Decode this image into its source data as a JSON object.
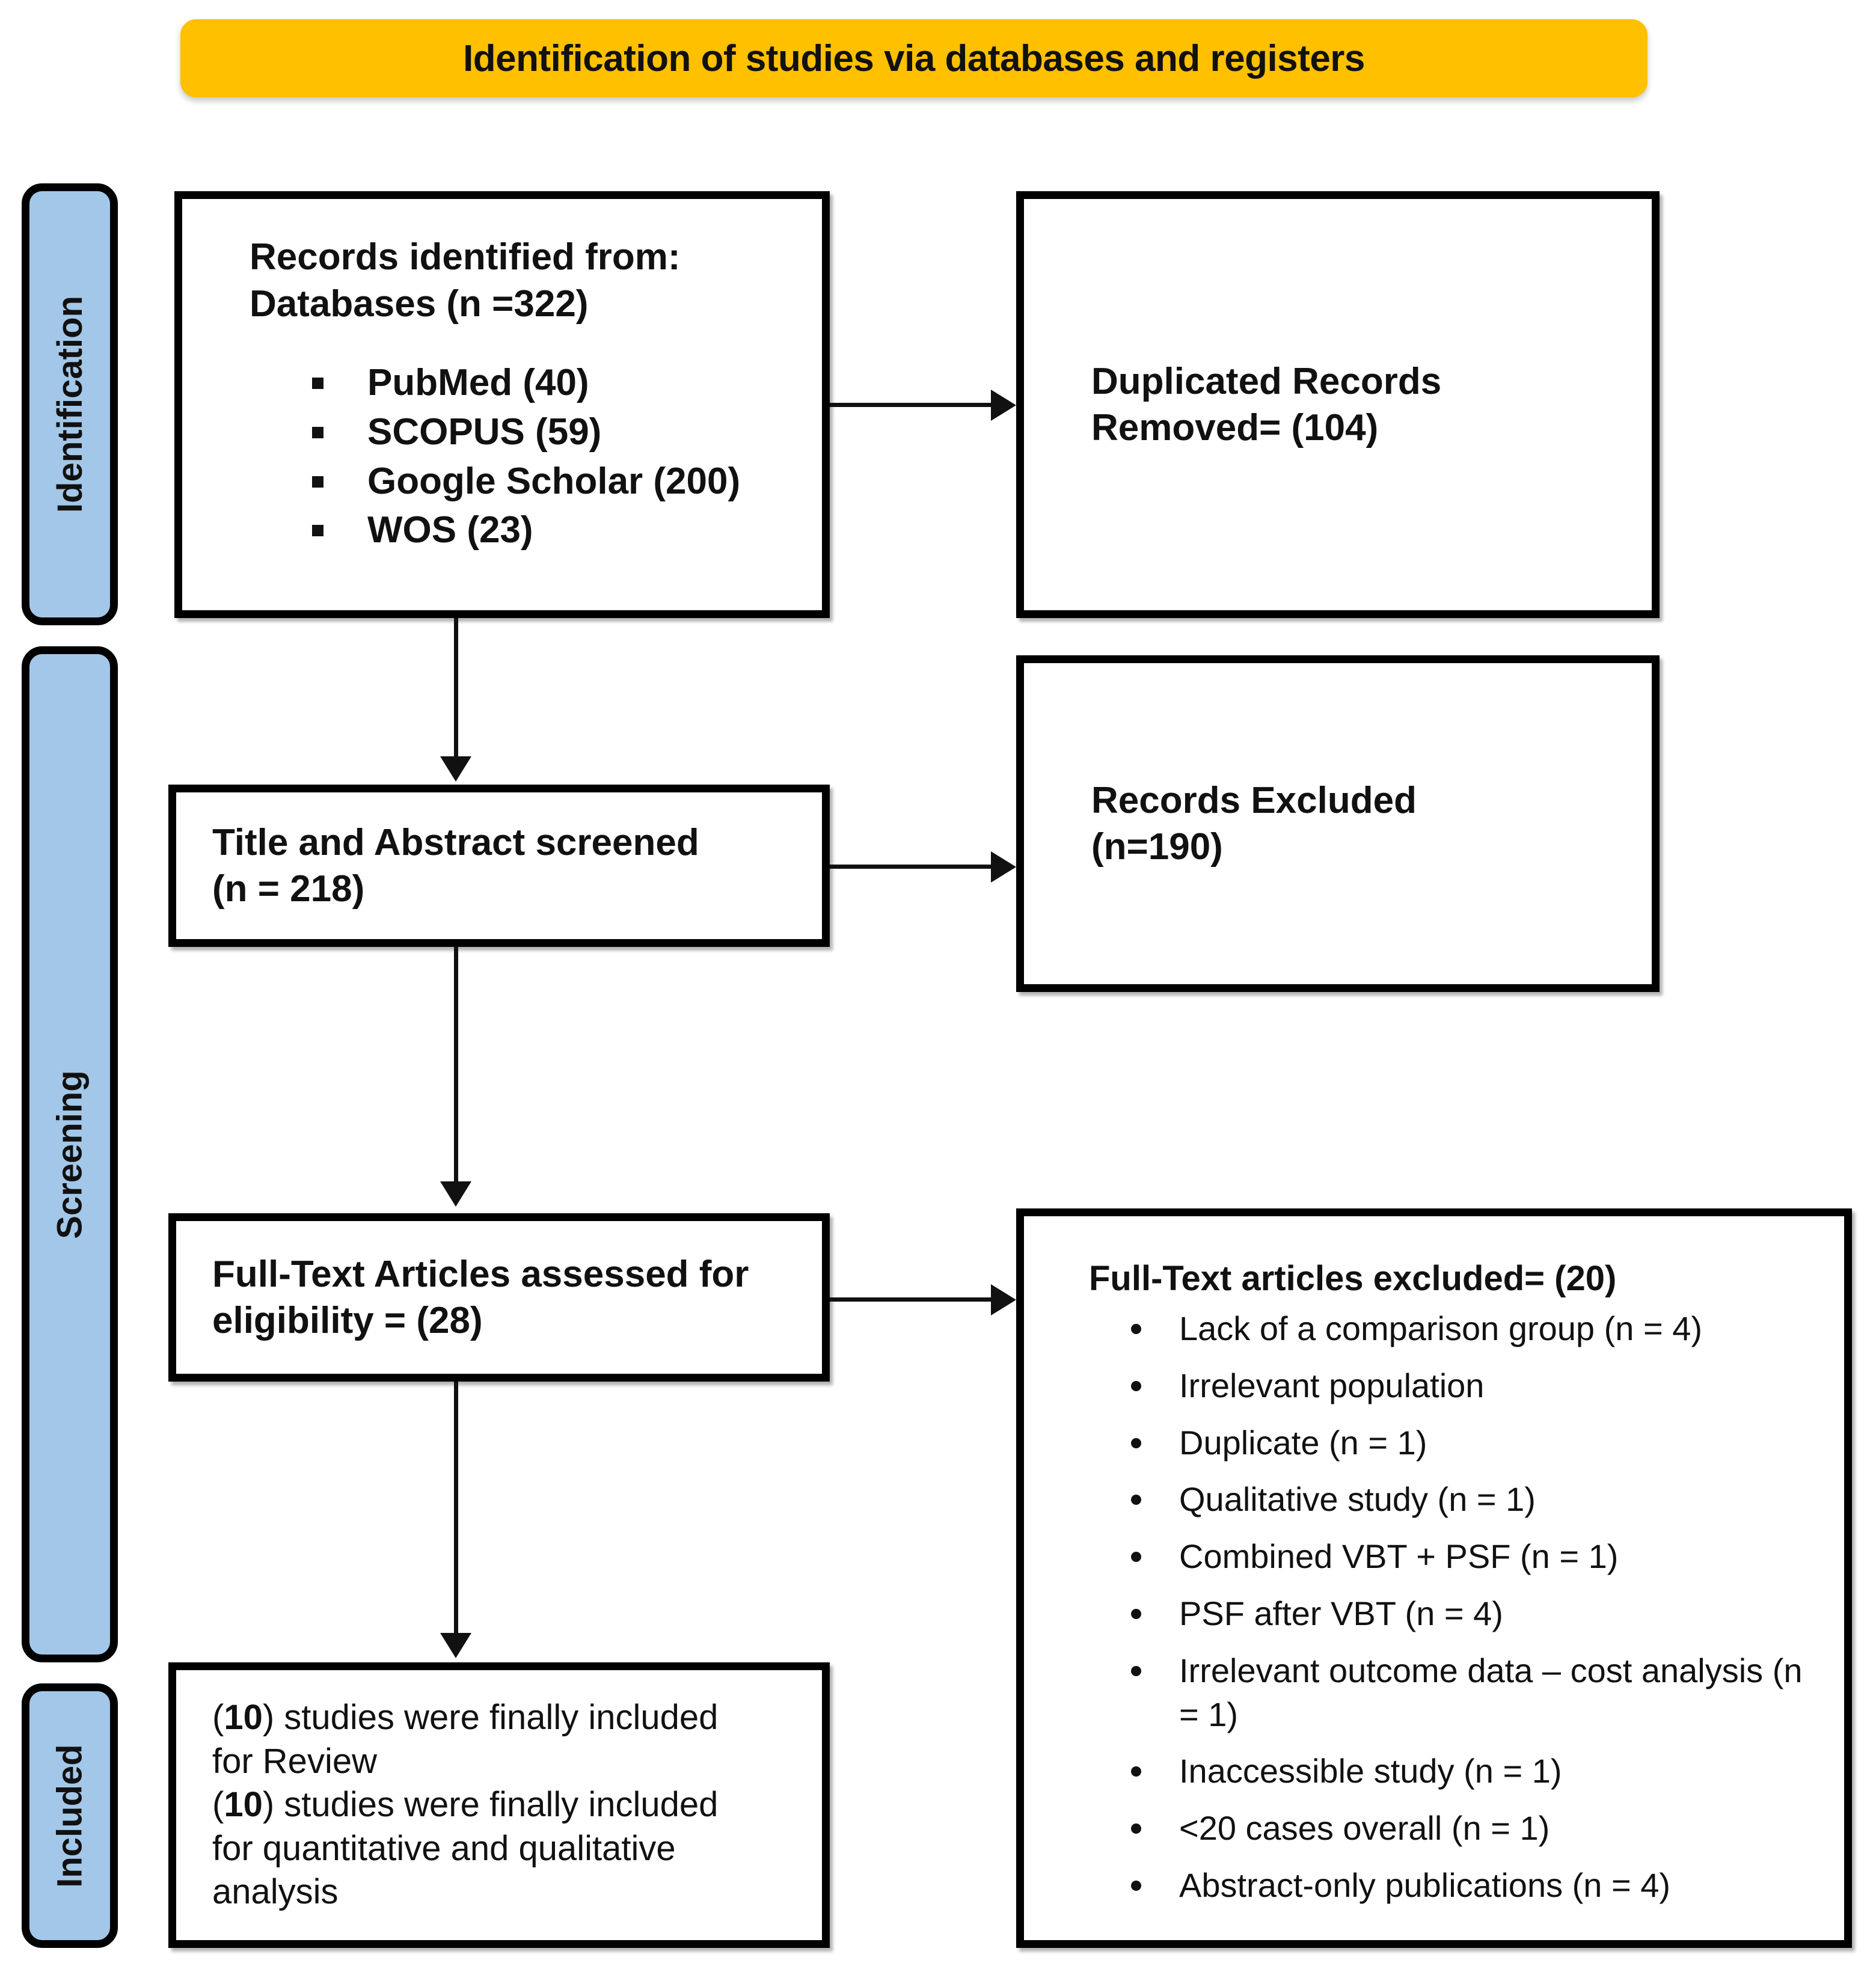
{
  "banner": {
    "title": "Identification of studies via databases and registers",
    "color": "#FFC000"
  },
  "stages": {
    "color": "#A3C7E8",
    "items": [
      {
        "label": "Identification"
      },
      {
        "label": "Screening"
      },
      {
        "label": "Included"
      }
    ]
  },
  "boxes": {
    "identified": {
      "line1": "Records identified from:",
      "line2": "Databases (n =322)",
      "sources": [
        "PubMed (40)",
        "SCOPUS (59)",
        "Google Scholar (200)",
        "WOS (23)"
      ]
    },
    "duplicates": {
      "line1": "Duplicated Records",
      "line2": "Removed= (104)"
    },
    "screened": {
      "line1": "Title and Abstract screened",
      "line2": "(n = 218)"
    },
    "records_excluded": {
      "line1": "Records Excluded",
      "line2": "(n=190)"
    },
    "fulltext": {
      "line1": "Full-Text Articles assessed for",
      "line2": "eligibility = (28)"
    },
    "reasons": {
      "header": "Full-Text articles excluded= (20)",
      "items": [
        "Lack of a comparison group (n = 4)",
        "Irrelevant population",
        "Duplicate (n = 1)",
        "Qualitative study (n = 1)",
        "Combined VBT + PSF (n = 1)",
        "PSF after VBT (n = 4)",
        "Irrelevant outcome data – cost analysis (n = 1)",
        "Inaccessible study (n = 1)",
        "<20 cases overall (n = 1)",
        "Abstract-only publications (n = 4)"
      ]
    },
    "included": {
      "count1": "10",
      "line1a": ") studies were finally included",
      "line1b": "for Review",
      "count2": "10",
      "line2a": ") studies were finally included",
      "line2b": "for quantitative and qualitative",
      "line2c": "analysis"
    }
  },
  "chart_data": {
    "type": "diagram",
    "title": "PRISMA flow diagram",
    "nodes": [
      {
        "id": "identified",
        "stage": "Identification",
        "label": "Records identified from: Databases",
        "n": 322,
        "breakdown": {
          "PubMed": 40,
          "SCOPUS": 59,
          "Google Scholar": 200,
          "WOS": 23
        }
      },
      {
        "id": "duplicates",
        "stage": "Identification",
        "label": "Duplicated Records Removed",
        "n": 104
      },
      {
        "id": "screened",
        "stage": "Screening",
        "label": "Title and Abstract screened",
        "n": 218
      },
      {
        "id": "records_excluded",
        "stage": "Screening",
        "label": "Records Excluded",
        "n": 190
      },
      {
        "id": "fulltext",
        "stage": "Screening",
        "label": "Full-Text Articles assessed for eligibility",
        "n": 28
      },
      {
        "id": "reasons",
        "stage": "Screening",
        "label": "Full-Text articles excluded",
        "n": 20
      },
      {
        "id": "included",
        "stage": "Included",
        "label": "studies finally included for Review",
        "n": 10
      }
    ],
    "edges": [
      {
        "from": "identified",
        "to": "duplicates"
      },
      {
        "from": "identified",
        "to": "screened"
      },
      {
        "from": "screened",
        "to": "records_excluded"
      },
      {
        "from": "screened",
        "to": "fulltext"
      },
      {
        "from": "fulltext",
        "to": "reasons"
      },
      {
        "from": "fulltext",
        "to": "included"
      }
    ]
  }
}
